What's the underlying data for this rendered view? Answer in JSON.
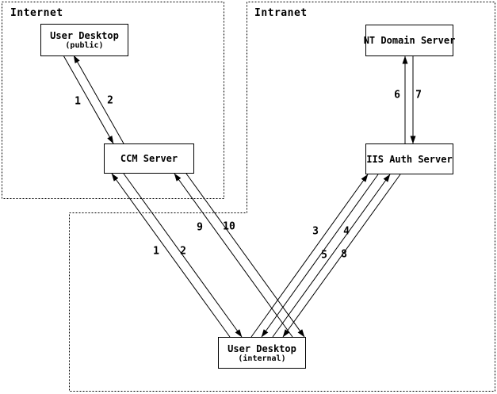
{
  "diagram": {
    "title_hint": "network authentication flow diagram",
    "colors": {
      "background": "#ffffff",
      "line": "#000000",
      "text": "#000000"
    },
    "zones": [
      {
        "id": "internet",
        "label": "Internet"
      },
      {
        "id": "intranet",
        "label": "Intranet"
      }
    ],
    "nodes": [
      {
        "id": "user-desktop-public",
        "label": "User Desktop",
        "sublabel": "(public)",
        "zone": "Internet"
      },
      {
        "id": "ccm-server",
        "label": "CCM Server",
        "sublabel": "",
        "zone": "Internet"
      },
      {
        "id": "nt-domain-server",
        "label": "NT Domain Server",
        "sublabel": "",
        "zone": "Intranet"
      },
      {
        "id": "iis-auth-server",
        "label": "IIS Auth Server",
        "sublabel": "",
        "zone": "Intranet"
      },
      {
        "id": "user-desktop-internal",
        "label": "User Desktop",
        "sublabel": "(internal)",
        "zone": "Intranet"
      }
    ],
    "edges": [
      {
        "label": "1",
        "from": "user-desktop-public",
        "to": "ccm-server"
      },
      {
        "label": "2",
        "from": "ccm-server",
        "to": "user-desktop-public"
      },
      {
        "label": "1",
        "from": "user-desktop-internal",
        "to": "ccm-server"
      },
      {
        "label": "2",
        "from": "ccm-server",
        "to": "user-desktop-internal"
      },
      {
        "label": "9",
        "from": "user-desktop-internal",
        "to": "ccm-server"
      },
      {
        "label": "10",
        "from": "ccm-server",
        "to": "user-desktop-internal"
      },
      {
        "label": "3",
        "from": "user-desktop-internal",
        "to": "iis-auth-server"
      },
      {
        "label": "4",
        "from": "iis-auth-server",
        "to": "user-desktop-internal"
      },
      {
        "label": "5",
        "from": "user-desktop-internal",
        "to": "iis-auth-server"
      },
      {
        "label": "8",
        "from": "iis-auth-server",
        "to": "user-desktop-internal"
      },
      {
        "label": "6",
        "from": "iis-auth-server",
        "to": "nt-domain-server"
      },
      {
        "label": "7",
        "from": "nt-domain-server",
        "to": "iis-auth-server"
      }
    ]
  }
}
